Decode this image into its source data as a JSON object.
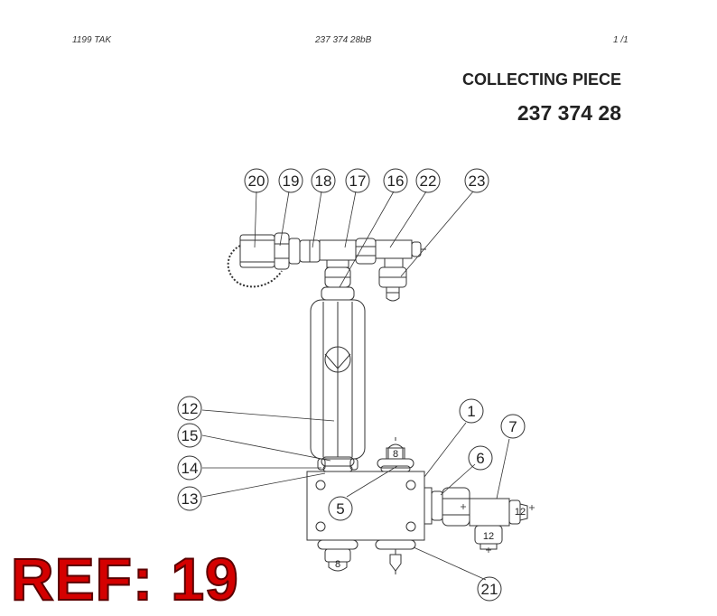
{
  "header": {
    "left": "1199   TAK",
    "center": "237 374 28bB",
    "right": "1  /1"
  },
  "title": "COLLECTING PIECE",
  "part_number": "237 374 28",
  "ref_label": "REF: 19",
  "callouts": [
    "20",
    "19",
    "18",
    "17",
    "16",
    "22",
    "23",
    "12",
    "15",
    "14",
    "13",
    "1",
    "7",
    "6",
    "5",
    "21"
  ],
  "size_labels": {
    "top_fitting": "8",
    "bottom_left_fitting": "8",
    "elbow_side": "12",
    "elbow_bottom": "12"
  }
}
